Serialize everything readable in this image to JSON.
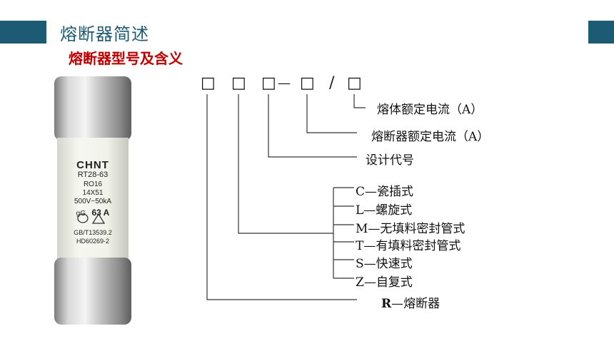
{
  "header": {
    "title": "熔断器简述",
    "subtitle": "熔断器型号及含义"
  },
  "fuse": {
    "brand": "CHNT",
    "model": "RT28-63",
    "size_code": "RO16",
    "dimensions": "14X51",
    "rating": "500V~50kA",
    "class": "gG",
    "current": "63 A",
    "standard_1": "GB/T13539.2",
    "standard_2": "HD60269-2"
  },
  "model_code": {
    "box": "□",
    "dash": "—",
    "slash": "/"
  },
  "labels": {
    "melt_current": "熔体额定电流（A）",
    "fuse_current": "熔断器额定电流（A）",
    "design_code": "设计代号",
    "r_letter": "R",
    "r_desc": "—熔断器"
  },
  "types": [
    {
      "letter": "C",
      "desc": "—瓷插式"
    },
    {
      "letter": "L",
      "desc": "—螺旋式"
    },
    {
      "letter": "M",
      "desc": "—无填料密封管式"
    },
    {
      "letter": "T",
      "desc": "—有填料密封管式"
    },
    {
      "letter": "S",
      "desc": "—快速式"
    },
    {
      "letter": "Z",
      "desc": "—自复式"
    }
  ],
  "colors": {
    "accent": "#1d5a73",
    "subtitle_red": "#c00000"
  }
}
